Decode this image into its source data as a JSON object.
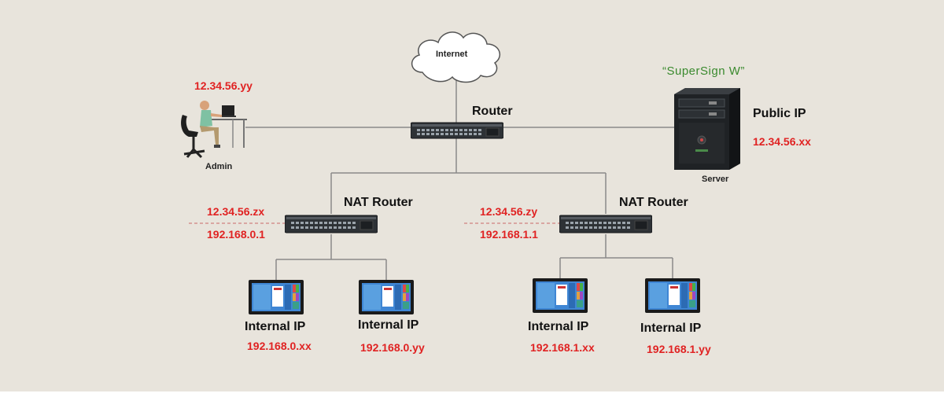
{
  "internet": {
    "label": "Internet"
  },
  "router": {
    "label": "Router"
  },
  "admin": {
    "label": "Admin",
    "ip": "12.34.56.yy"
  },
  "server": {
    "title": "“SuperSign W”",
    "label": "Server",
    "public_label": "Public IP",
    "public_ip": "12.34.56.xx"
  },
  "nat_left": {
    "label": "NAT Router",
    "wan_ip": "12.34.56.zx",
    "lan_ip": "192.168.0.1"
  },
  "nat_right": {
    "label": "NAT Router",
    "wan_ip": "12.34.56.zy",
    "lan_ip": "192.168.1.1"
  },
  "displays": [
    {
      "label": "Internal IP",
      "ip": "192.168.0.xx"
    },
    {
      "label": "Internal IP",
      "ip": "192.168.0.yy"
    },
    {
      "label": "Internal IP",
      "ip": "192.168.1.xx"
    },
    {
      "label": "Internal IP",
      "ip": "192.168.1.yy"
    }
  ],
  "colors": {
    "background": "#e8e4dc",
    "ip_text": "#e02222",
    "server_title": "#3a8a2e",
    "wire": "#8a8a8a"
  }
}
